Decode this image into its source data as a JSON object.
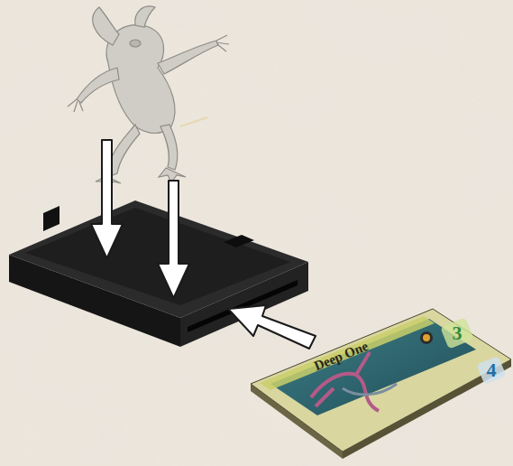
{
  "diagram": {
    "labels": [
      "Deep One",
      "3",
      "4"
    ]
  }
}
